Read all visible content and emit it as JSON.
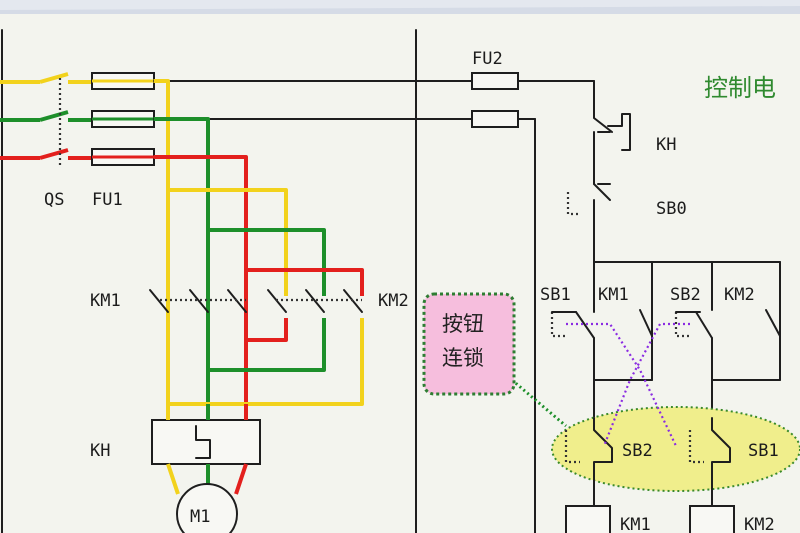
{
  "title": "控制电",
  "callout": {
    "line1": "按钮",
    "line2": "连锁"
  },
  "colors": {
    "phase_a": "#f2d21c",
    "phase_b": "#1d8f2a",
    "phase_c": "#e3201d",
    "interlock": "#8a2be2",
    "highlight": "#f0ee8c",
    "callout_bg": "#f6bedd"
  },
  "labels": {
    "qs": "QS",
    "fu1": "FU1",
    "fu2": "FU2",
    "km1_main": "KM1",
    "km2_main": "KM2",
    "kh_main": "KH",
    "motor": "M1",
    "kh_ctrl": "KH",
    "sb0": "SB0",
    "sb1_top": "SB1",
    "km1_aux": "KM1",
    "sb2_top": "SB2",
    "km2_aux": "KM2",
    "sb2_low": "SB2",
    "sb1_low": "SB1",
    "km1_coil": "KM1",
    "km2_coil": "KM2"
  }
}
